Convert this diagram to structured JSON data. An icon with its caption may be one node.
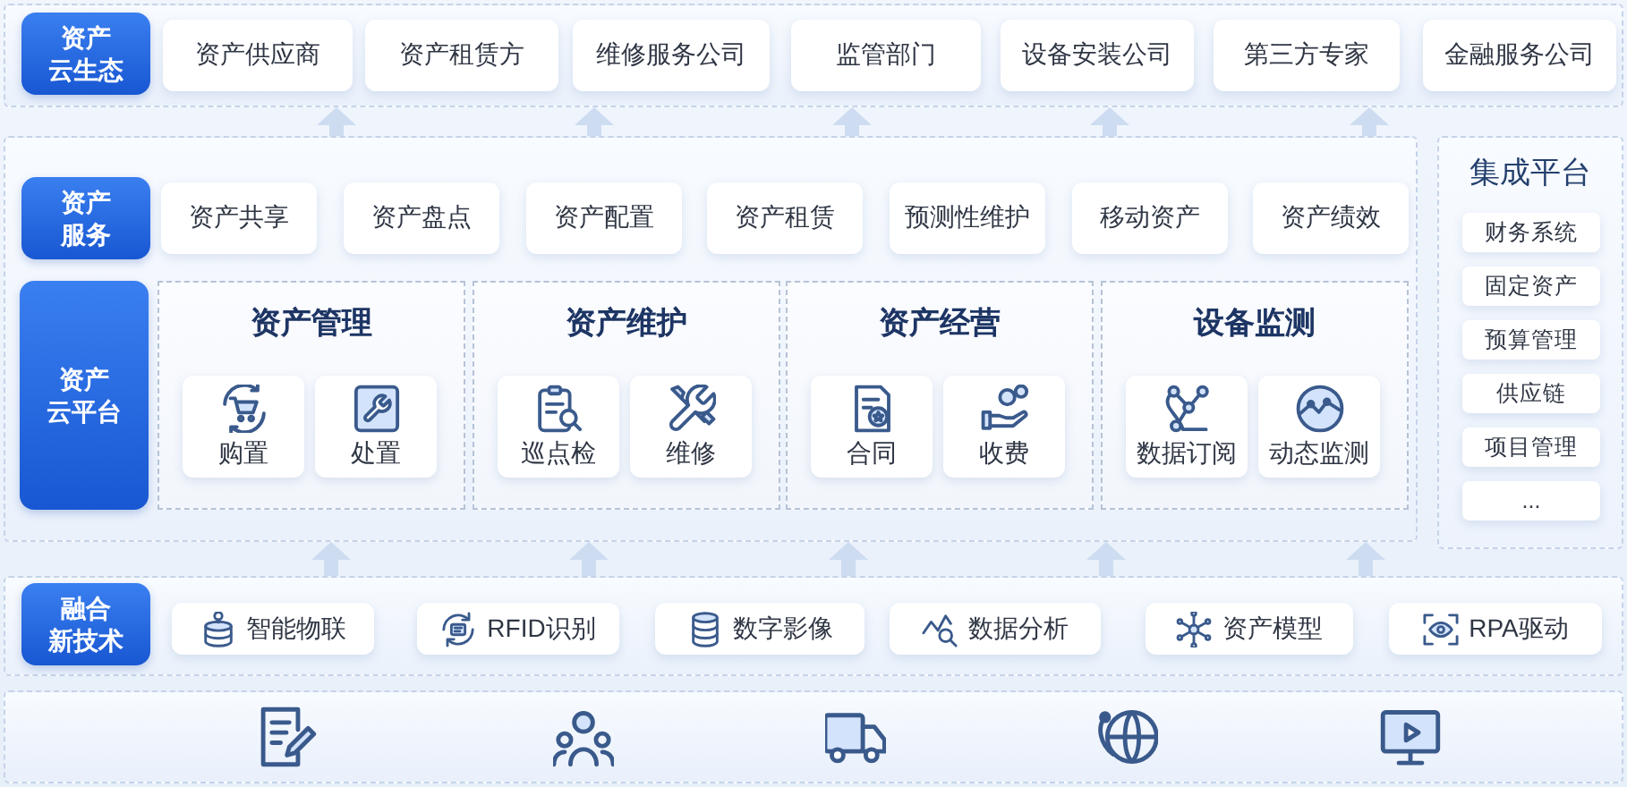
{
  "diagram": {
    "nodes": [
      {
        "text": [],
        "shape": "box"
      },
      {
        "text": [
          "资产云生态"
        ],
        "in": 0
      },
      {
        "text": [
          "资产供应商"
        ],
        "in": 0
      },
      {
        "text": [
          "资产租赁方"
        ],
        "in": 0
      },
      {
        "text": [
          "维修服务公司"
        ],
        "in": 0
      },
      {
        "text": [
          "监管部门"
        ],
        "in": 0
      },
      {
        "text": [
          "设备安装公司"
        ],
        "in": 0
      },
      {
        "text": [
          "第三方专家"
        ],
        "in": 0
      },
      {
        "text": [
          "金融服务公司"
        ],
        "in": 0
      },
      {
        "text": [],
        "shape": "box"
      },
      {
        "text": [
          "资产服务"
        ],
        "in": 9
      },
      {
        "text": [
          "资产共享"
        ],
        "in": 9
      },
      {
        "text": [
          "资产盘点"
        ],
        "in": 9
      },
      {
        "text": [
          "资产配置"
        ],
        "in": 9
      },
      {
        "text": [
          "资产租赁"
        ],
        "in": 9
      },
      {
        "text": [
          "预测性维护"
        ],
        "in": 9
      },
      {
        "text": [
          "移动资产"
        ],
        "in": 9
      },
      {
        "text": [
          "资产绩效"
        ],
        "in": 9
      },
      {
        "text": [
          "资产云平台"
        ],
        "in": 9
      },
      {
        "text": [
          "资产管理"
        ],
        "in": 9
      },
      {
        "text": [
          "购置"
        ],
        "in": 19
      },
      {
        "text": [
          "处置"
        ],
        "in": 19
      },
      {
        "text": [
          "资产维护"
        ],
        "in": 9
      },
      {
        "text": [
          "巡点检"
        ],
        "in": 22
      },
      {
        "text": [
          "维修"
        ],
        "in": 22
      },
      {
        "text": [
          "资产经营"
        ],
        "in": 9
      },
      {
        "text": [
          "合同"
        ],
        "in": 25
      },
      {
        "text": [
          "收费"
        ],
        "in": 25
      },
      {
        "text": [
          "设备监测"
        ],
        "in": 9
      },
      {
        "text": [
          "数据订阅"
        ],
        "in": 28
      },
      {
        "text": [
          "动态监测"
        ],
        "in": 28
      },
      {
        "text": [
          "集成平台"
        ]
      },
      {
        "text": [
          "财务系统"
        ],
        "in": 31
      },
      {
        "text": [
          "固定资产"
        ],
        "in": 31
      },
      {
        "text": [
          "预算管理"
        ],
        "in": 31
      },
      {
        "text": [
          "供应链"
        ],
        "in": 31
      },
      {
        "text": [
          "项目管理"
        ],
        "in": 31
      },
      {
        "text": [
          "..."
        ],
        "in": 31
      },
      {
        "text": [],
        "shape": "box"
      },
      {
        "text": [
          "融合新技术"
        ],
        "in": 38
      },
      {
        "text": [
          "智能物联"
        ],
        "in": 38
      },
      {
        "text": [
          "RFID识别"
        ],
        "in": 38
      },
      {
        "text": [
          "数字影像"
        ],
        "in": 38
      },
      {
        "text": [
          "数据分析"
        ],
        "in": 38
      },
      {
        "text": [
          "资产模型"
        ],
        "in": 38
      },
      {
        "text": [
          "RPA驱动"
        ],
        "in": 38
      }
    ],
    "edges": [
      {
        "from": 9,
        "to": 0,
        "arrow": "to"
      },
      {
        "from": 9,
        "to": 0,
        "arrow": "to"
      },
      {
        "from": 9,
        "to": 0,
        "arrow": "to"
      },
      {
        "from": 9,
        "to": 0,
        "arrow": "to"
      },
      {
        "from": 9,
        "to": 0,
        "arrow": "to"
      },
      {
        "from": 38,
        "to": 9,
        "arrow": "to"
      },
      {
        "from": 38,
        "to": 9,
        "arrow": "to"
      },
      {
        "from": 38,
        "to": 9,
        "arrow": "to"
      },
      {
        "from": 38,
        "to": 9,
        "arrow": "to"
      },
      {
        "from": 38,
        "to": 9,
        "arrow": "to"
      }
    ]
  }
}
